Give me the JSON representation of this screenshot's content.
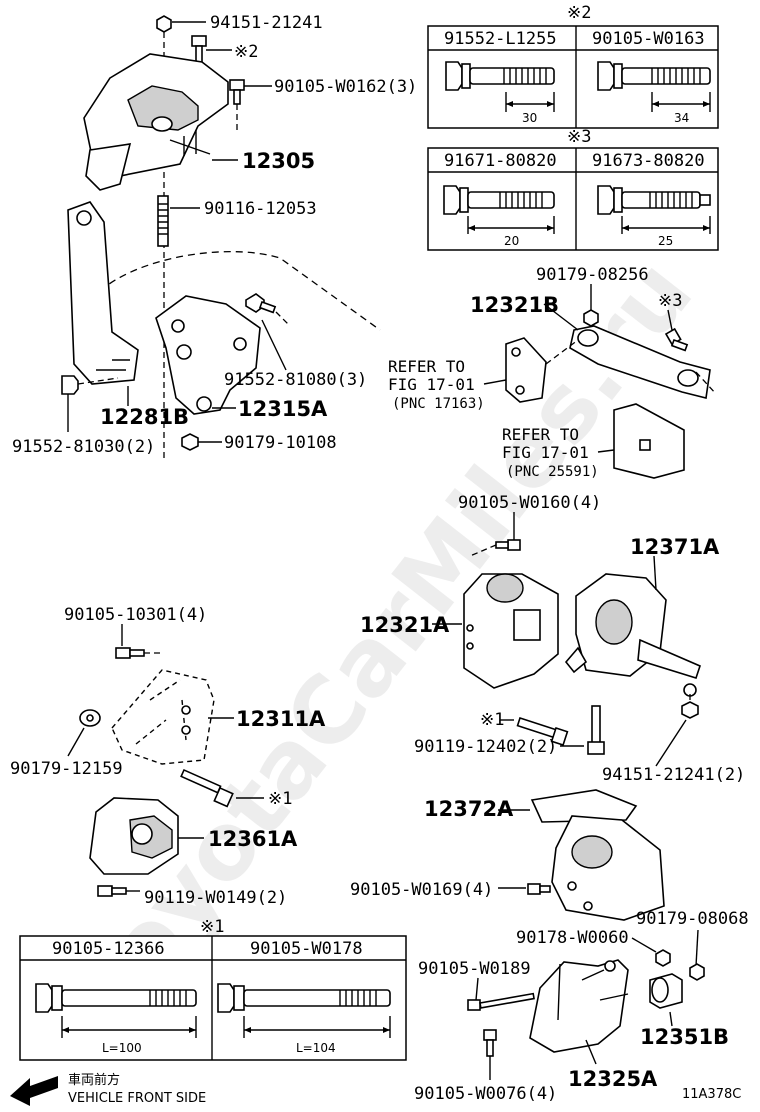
{
  "watermark": "ToyotaCarMiles.ru",
  "labels": {
    "p94151_top": "94151-21241",
    "note2_top": "※2",
    "p90105_w0162": "90105-W0162(3)",
    "p12305": "12305",
    "p90116": "90116-12053",
    "p91552_81080": "91552-81080(3)",
    "p12315a": "12315A",
    "p12281b": "12281B",
    "p91552_81030": "91552-81030(2)",
    "p90179_10108": "90179-10108",
    "p12321b": "12321B",
    "p90179_08256": "90179-08256",
    "note3_part": "※3",
    "p90105_w0160": "90105-W0160(4)",
    "p12371a": "12371A",
    "p12321a": "12321A",
    "p90105_10301": "90105-10301(4)",
    "p12311a": "12311A",
    "p90179_12159": "90179-12159",
    "note1_a": "※1",
    "p90119_12402": "90119-12402(2)",
    "p94151_2": "94151-21241(2)",
    "note1_b": "※1",
    "p12361a": "12361A",
    "p90119_w0149": "90119-W0149(2)",
    "p12372a": "12372A",
    "p90105_w0169": "90105-W0169(4)",
    "p90179_08068": "90179-08068",
    "p90178_w0060": "90178-W0060",
    "p90105_w0189": "90105-W0189",
    "p12351b": "12351B",
    "p90105_w0076": "90105-W0076(4)",
    "p12325a": "12325A",
    "diagram_code": "11A378C"
  },
  "refer1": {
    "line1": "REFER TO",
    "line2": "FIG 17-01",
    "line3": "(PNC 17163)"
  },
  "refer2": {
    "line1": "REFER TO",
    "line2": "FIG 17-01",
    "line3": "(PNC 25591)"
  },
  "direction": {
    "jp": "車両前方",
    "en": "VEHICLE FRONT SIDE"
  },
  "table_note2": {
    "note": "※2",
    "parts": [
      "91552-L1255",
      "90105-W0163"
    ],
    "dims": [
      "30",
      "34"
    ]
  },
  "table_note3": {
    "note": "※3",
    "parts": [
      "91671-80820",
      "91673-80820"
    ],
    "dims": [
      "20",
      "25"
    ]
  },
  "table_note1": {
    "note": "※1",
    "parts": [
      "90105-12366",
      "90105-W0178"
    ],
    "dims": [
      "L=100",
      "L=104"
    ]
  }
}
